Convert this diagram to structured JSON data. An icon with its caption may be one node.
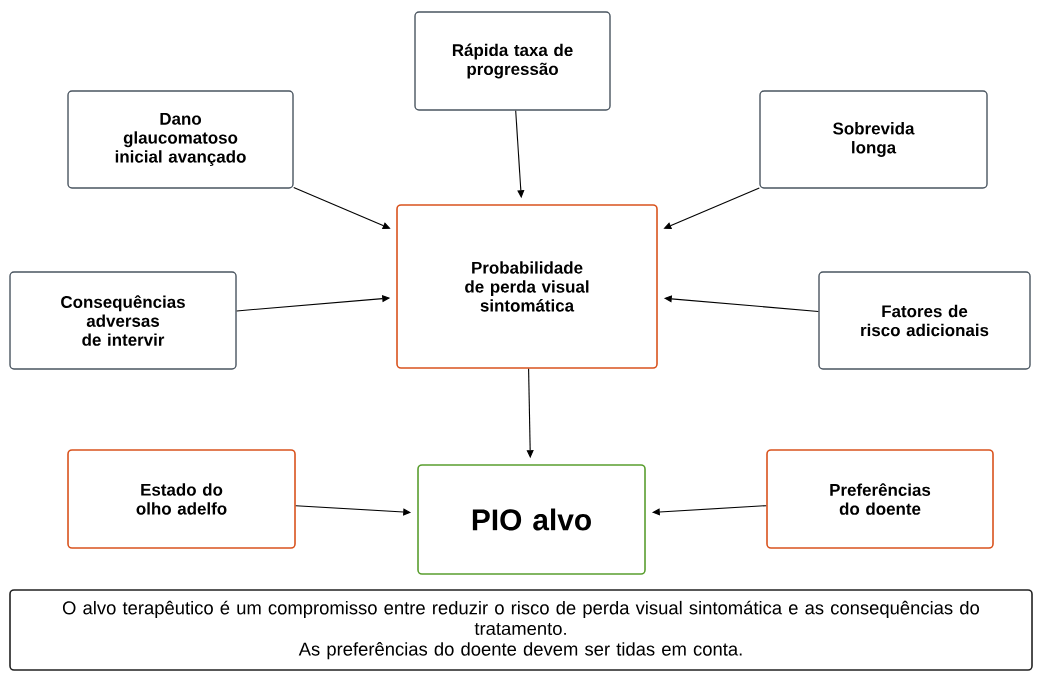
{
  "diagram": {
    "nodes": [
      {
        "text": [
          "Rápida taxa de progressão"
        ]
      },
      {
        "text": [
          "Dano glaucomatoso inicial avançado"
        ]
      },
      {
        "text": [
          "Sobrevida longa"
        ]
      },
      {
        "text": [
          "Probabilidade de perda visual sintomática"
        ]
      },
      {
        "text": [
          "Consequências adversas de intervir"
        ]
      },
      {
        "text": [
          "Fatores de risco adicionais"
        ]
      },
      {
        "text": [
          "Estado do olho adelfo"
        ]
      },
      {
        "text": [
          "PIO alvo"
        ]
      },
      {
        "text": [
          "Preferências do doente"
        ]
      },
      {
        "text": [
          "O alvo terapêutico é um compromisso entre reduzir o risco de perda visual sintomática e as consequências do tratamento.",
          "As preferências do doente devem ser tidas em conta."
        ]
      }
    ],
    "edges": [
      {
        "from": 1,
        "to": 3,
        "arrow": "to"
      },
      {
        "from": 0,
        "to": 3,
        "arrow": "to"
      },
      {
        "from": 2,
        "to": 3,
        "arrow": "to"
      },
      {
        "from": 4,
        "to": 3,
        "arrow": "to"
      },
      {
        "from": 5,
        "to": 3,
        "arrow": "to"
      },
      {
        "from": 3,
        "to": 7,
        "arrow": "to"
      },
      {
        "from": 6,
        "to": 7,
        "arrow": "to"
      },
      {
        "from": 8,
        "to": 7,
        "arrow": "to"
      }
    ]
  }
}
